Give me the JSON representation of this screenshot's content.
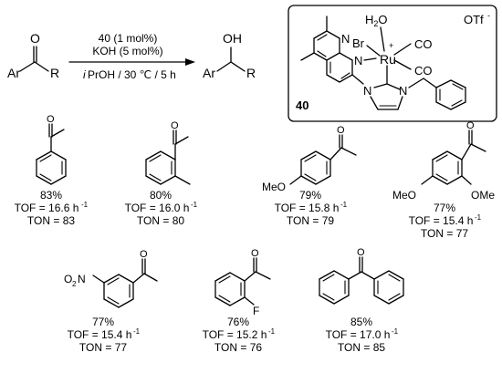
{
  "reaction": {
    "substrate_ar": "Ar",
    "substrate_r": "R",
    "substrate_o": "O",
    "product_ar": "Ar",
    "product_r": "R",
    "product_oh": "OH",
    "cond_catalyst": "40 (1 mol%)",
    "cond_base": "KOH (5 mol%)",
    "cond_solvent_prefix": "i",
    "cond_solvent": "PrOH / 30 ℃ / 5 h"
  },
  "catalyst": {
    "number": "40",
    "counterion": "OTf",
    "counterion_charge": "-",
    "metal": "Ru",
    "metal_charge": "+",
    "water": "H2O",
    "halide": "Br",
    "co_top": "CO",
    "co_bottom": "CO",
    "n_a": "N",
    "n_b": "N",
    "n_c": "N",
    "n_d": "N"
  },
  "products": [
    {
      "yield": "83%",
      "tof": "TOF =  16.6 h",
      "tof_unit": "-1",
      "ton": "TON = 83",
      "substituent": ""
    },
    {
      "yield": "80%",
      "tof": "TOF = 16.0 h",
      "tof_unit": "-1",
      "ton": "TON = 80",
      "substituent": ""
    },
    {
      "yield": "79%",
      "tof": "TOF = 15.8 h",
      "tof_unit": "-1",
      "ton": "TON = 79",
      "substituent": "MeO"
    },
    {
      "yield": "77%",
      "tof": "TOF = 15.4 h",
      "tof_unit": "-1",
      "ton": "TON = 77",
      "substituent": "MeO",
      "substituent2": "OMe"
    },
    {
      "yield": "77%",
      "tof": "TOF = 15.4 h",
      "tof_unit": "-1",
      "ton": "TON = 77",
      "substituent": "O",
      "sub_n": "N",
      "sub_sub": "2"
    },
    {
      "yield": "76%",
      "tof": "TOF = 15.2 h",
      "tof_unit": "-1",
      "ton": "TON = 76",
      "substituent": "F"
    },
    {
      "yield": "85%",
      "tof": "TOF = 17.0 h",
      "tof_unit": "-1",
      "ton": "TON = 85",
      "substituent": ""
    }
  ],
  "carbonyl_o": "O"
}
